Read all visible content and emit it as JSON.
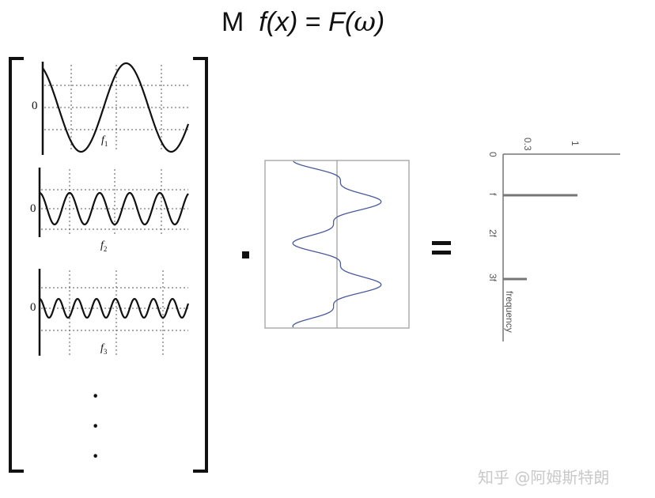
{
  "title": {
    "prefix": "M",
    "lhs": "f(x)",
    "equals": "=",
    "rhs_func": "F(",
    "rhs_symbol": "ω",
    "rhs_close": ")"
  },
  "matrix": {
    "rows": [
      {
        "zero_label": "0",
        "function_label": "f",
        "subscript": "1"
      },
      {
        "zero_label": "0",
        "function_label": "f",
        "subscript": "2"
      },
      {
        "zero_label": "0",
        "function_label": "f",
        "subscript": "3"
      }
    ],
    "continuation": [
      "·",
      "·",
      "·"
    ]
  },
  "operator_dot": "·",
  "operator_equals": "=",
  "spectrum": {
    "top_labels": [
      "0.3",
      "1"
    ],
    "side_labels": [
      "0",
      "f",
      "2f",
      "3f",
      "frequency"
    ]
  },
  "watermark": "知乎 @阿姆斯特朗",
  "colors": {
    "ink": "#111111",
    "signal_line": "#4a5a9c",
    "frame": "#999999",
    "spectrum_bar": "#777777"
  }
}
